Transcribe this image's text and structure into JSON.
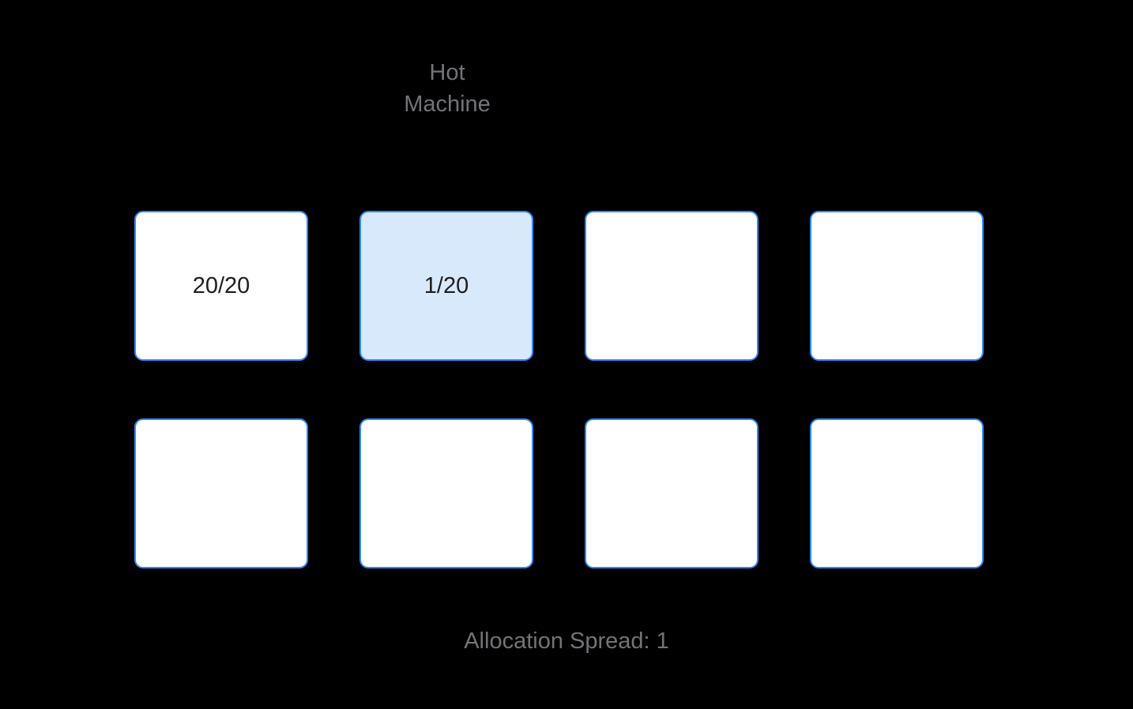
{
  "title": {
    "line1": "Hot",
    "line2": "Machine"
  },
  "footer": {
    "allocation_spread": "Allocation Spread: 1"
  },
  "colors": {
    "background": "#000000",
    "box_border": "#2f88ff",
    "box_fill": "#ffffff",
    "hot_box_fill": "#d9e9fc",
    "muted_text": "#737378",
    "count_text": "#1d1d1f"
  },
  "machines": [
    {
      "label": "20/20",
      "hot": false
    },
    {
      "label": "1/20",
      "hot": true
    },
    {
      "label": "",
      "hot": false
    },
    {
      "label": "",
      "hot": false
    },
    {
      "label": "",
      "hot": false
    },
    {
      "label": "",
      "hot": false
    },
    {
      "label": "",
      "hot": false
    },
    {
      "label": "",
      "hot": false
    }
  ]
}
